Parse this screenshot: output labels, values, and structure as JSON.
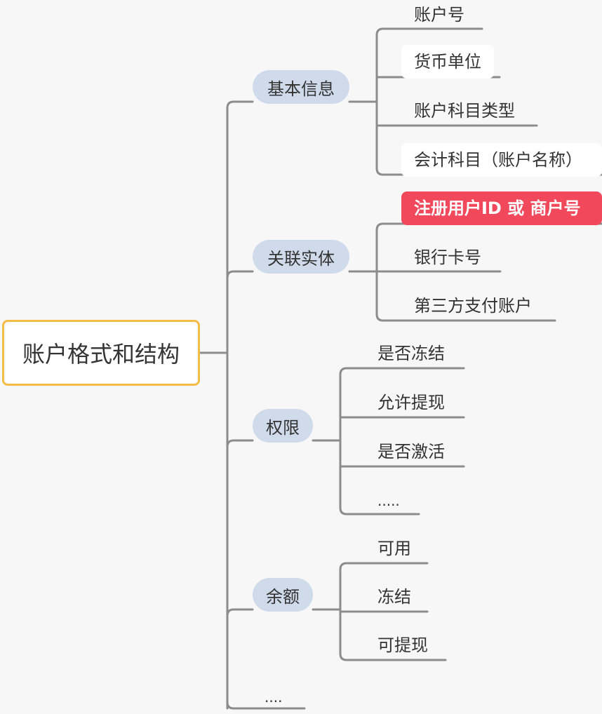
{
  "root": {
    "label": "账户格式和结构"
  },
  "colors": {
    "line": "#8c8c8c",
    "root_border": "#f3bd47",
    "category_fill": "#cfdaea",
    "highlight": "#f1495b"
  },
  "categories": [
    {
      "label": "基本信息",
      "children": [
        "账户号",
        "货币单位",
        "账户科目类型",
        "会计科目（账户名称）"
      ]
    },
    {
      "label": "关联实体",
      "children": [
        "注册用户ID 或 商户号",
        "银行卡号",
        "第三方支付账户"
      ]
    },
    {
      "label": "权限",
      "children": [
        "是否冻结",
        "允许提现",
        "是否激活",
        "....."
      ]
    },
    {
      "label": "余额",
      "children": [
        "可用",
        "冻结",
        "可提现"
      ]
    },
    {
      "label": "...."
    }
  ]
}
